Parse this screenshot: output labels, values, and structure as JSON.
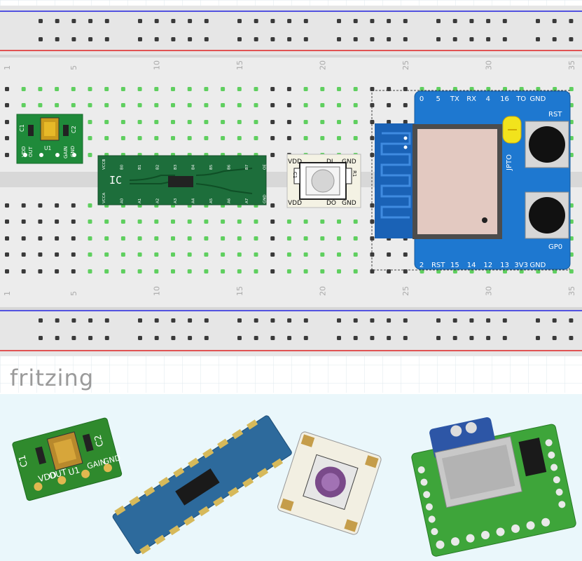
{
  "breadboard": {
    "column_numbers": [
      "1",
      "5",
      "10",
      "15",
      "20",
      "25",
      "30",
      "35"
    ]
  },
  "app": {
    "logo_text": "fritzing"
  },
  "mic_board": {
    "labels": [
      "C1",
      "C2",
      "U1",
      "VDD",
      "OUT",
      "GAIN",
      "GND"
    ],
    "pins": [
      "VDD",
      "OUT",
      "U1",
      "GAIN",
      "GND"
    ]
  },
  "level_shifter": {
    "ic_label": "IC",
    "top_pins": [
      "VCCB",
      "B0",
      "B1",
      "B2",
      "B3",
      "B4",
      "B5",
      "B6",
      "B7",
      "OE"
    ],
    "bottom_pins": [
      "VCCA",
      "A0",
      "A1",
      "A2",
      "A3",
      "A4",
      "A5",
      "A6",
      "A7",
      "GND"
    ]
  },
  "led_board": {
    "top_labels": [
      "VDD",
      "DI",
      "GND"
    ],
    "bottom_labels": [
      "VDD",
      "DO",
      "GND"
    ],
    "caps": [
      "C1",
      "R1"
    ]
  },
  "esp_board": {
    "top_pins": [
      "0",
      "5",
      "TX",
      "RX",
      "4",
      "16",
      "TO",
      "GND"
    ],
    "bottom_pins": [
      "2",
      "RST",
      "15",
      "14",
      "12",
      "13",
      "3V3",
      "GND"
    ],
    "buttons": [
      "RST",
      "GP0"
    ],
    "jumper_label": "JPTO"
  },
  "colors": {
    "breadboard": "#e8e8e8",
    "green_pcb": "#1f8a3a",
    "dark_green_pcb": "#1d6e3b",
    "blue_pcb": "#1e78d0",
    "rail_red": "#d22",
    "rail_blue": "#22d",
    "hole_green": "#5fcf5f",
    "photo_bg": "#eaf7fb"
  }
}
